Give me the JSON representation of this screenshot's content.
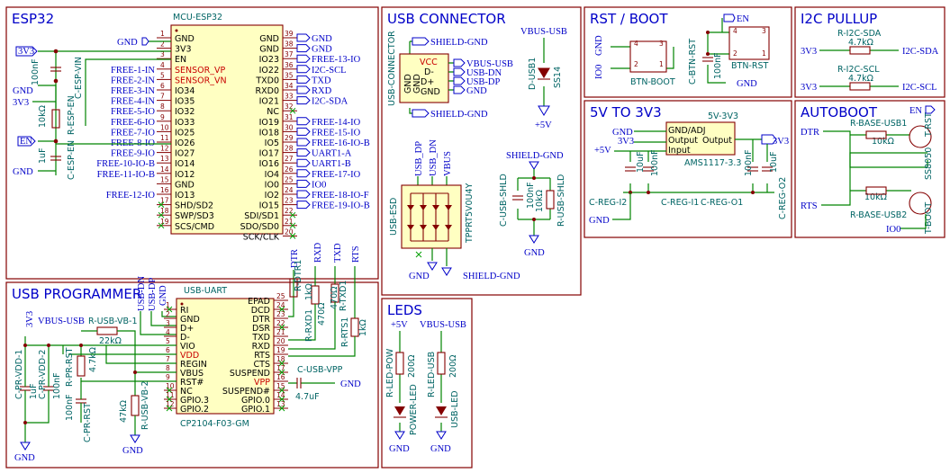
{
  "panels": {
    "esp32": "ESP32",
    "usb_connector": "USB CONNECTOR",
    "rst_boot": "RST / BOOT",
    "i2c_pullup": "I2C PULLUP",
    "v5_to_3v3": "5V TO 3V3",
    "autoboot": "AUTOBOOT",
    "usb_programmer": "USB PROGRAMMER",
    "leds": "LEDS"
  },
  "esp32": {
    "ref": "MCU-ESP32",
    "left_pins": [
      {
        "num": "1",
        "name": "GND",
        "net": "GND"
      },
      {
        "num": "2",
        "name": "3V3",
        "net": ""
      },
      {
        "num": "3",
        "name": "EN",
        "net": ""
      },
      {
        "num": "4",
        "name": "SENSOR_VP",
        "net": "FREE-1-IN"
      },
      {
        "num": "5",
        "name": "SENSOR_VN",
        "net": "FREE-2-IN"
      },
      {
        "num": "6",
        "name": "IO34",
        "net": "FREE-3-IN"
      },
      {
        "num": "7",
        "name": "IO35",
        "net": "FREE-4-IN"
      },
      {
        "num": "8",
        "name": "IO32",
        "net": "FREE-5-IO"
      },
      {
        "num": "9",
        "name": "IO33",
        "net": "FREE-6-IO"
      },
      {
        "num": "10",
        "name": "IO25",
        "net": "FREE-7-IO"
      },
      {
        "num": "11",
        "name": "IO26",
        "net": "FREE-8-IO"
      },
      {
        "num": "12",
        "name": "IO27",
        "net": "FREE-9-IO"
      },
      {
        "num": "13",
        "name": "IO14",
        "net": "FREE-10-IO-B"
      },
      {
        "num": "14",
        "name": "IO12",
        "net": "FREE-11-IO-B"
      },
      {
        "num": "15",
        "name": "GND",
        "net": ""
      },
      {
        "num": "16",
        "name": "IO13",
        "net": "FREE-12-IO"
      },
      {
        "num": "17",
        "name": "SHD/SD2",
        "net": ""
      },
      {
        "num": "18",
        "name": "SWP/SD3",
        "net": ""
      },
      {
        "num": "19",
        "name": "SCS/CMD",
        "net": ""
      }
    ],
    "right_pins": [
      {
        "num": "39",
        "name": "GND",
        "net": "GND"
      },
      {
        "num": "38",
        "name": "GND",
        "net": "GND"
      },
      {
        "num": "37",
        "name": "IO23",
        "net": "FREE-13-IO"
      },
      {
        "num": "36",
        "name": "IO22",
        "net": "I2C-SCL"
      },
      {
        "num": "35",
        "name": "TXD0",
        "net": "TXD"
      },
      {
        "num": "34",
        "name": "RXD0",
        "net": "RXD"
      },
      {
        "num": "33",
        "name": "IO21",
        "net": "I2C-SDA"
      },
      {
        "num": "32",
        "name": "NC",
        "net": ""
      },
      {
        "num": "31",
        "name": "IO19",
        "net": "FREE-14-IO"
      },
      {
        "num": "30",
        "name": "IO18",
        "net": "FREE-15-IO"
      },
      {
        "num": "29",
        "name": "IO5",
        "net": "FREE-16-IO-B"
      },
      {
        "num": "28",
        "name": "IO17",
        "net": "UART1-A"
      },
      {
        "num": "27",
        "name": "IO16",
        "net": "UART1-B"
      },
      {
        "num": "26",
        "name": "IO4",
        "net": "FREE-17-IO"
      },
      {
        "num": "25",
        "name": "IO0",
        "net": "IO0"
      },
      {
        "num": "24",
        "name": "IO2",
        "net": "FREE-18-IO-F"
      },
      {
        "num": "23",
        "name": "IO15",
        "net": "FREE-19-IO-B"
      },
      {
        "num": "22",
        "name": "SDI/SD1",
        "net": ""
      },
      {
        "num": "21",
        "name": "SDO/SD0",
        "net": ""
      },
      {
        "num": "20",
        "name": "SCK/CLK",
        "net": ""
      }
    ],
    "net_3v3": "3V3",
    "net_gnd": "GND",
    "net_en": "EN",
    "cap1_ref": "100nF",
    "cap1_name": "C-ESP-VIN",
    "res_ref": "10kΩ",
    "res_name": "R-ESP-EN",
    "cap2_ref": "1uF",
    "cap2_name": "C-ESP-EN"
  },
  "usb_conn": {
    "shield_gnd": "SHIELD-GND",
    "ref": "USB-CONNECTOR",
    "pins": [
      "VCC",
      "D-",
      "D+",
      "GND"
    ],
    "left_labels": [
      "GND",
      "GND"
    ],
    "nets": [
      "VBUS-USB",
      "USB-DN",
      "USB-DP",
      "GND"
    ],
    "vbus_usb": "VBUS-USB",
    "diode_ref": "D-USB1",
    "diode_val": "SS14",
    "v5": "+5V",
    "esd_ref": "USB-ESD",
    "esd_val": "TPPRT5V0U4Y",
    "esd_top": [
      "USB_DP",
      "USB_DN",
      "VBUS"
    ],
    "esd_gnd": "GND",
    "esd_shield": "SHIELD-GND",
    "shield_gnd2": "SHIELD-GND",
    "cap_val": "100nF",
    "cap_ref": "C-USB-SHLD",
    "res_val": "10kΩ",
    "res_ref": "R-USB-SHLD",
    "gnd": "GND"
  },
  "rst_boot": {
    "io0": "IO0",
    "gnd": "GND",
    "btn_boot": "BTN-BOOT",
    "btn_rst": "BTN-RST",
    "en": "EN",
    "cap_ref": "C-BTN-RST",
    "cap_val": "100nF",
    "gnd2": "GND"
  },
  "i2c": {
    "sda_ref": "R-I2C-SDA",
    "sda_val": "4.7kΩ",
    "scl_ref": "R-I2C-SCL",
    "scl_val": "4.7kΩ",
    "v33": "3V3",
    "sda": "I2C-SDA",
    "scl": "I2C-SCL"
  },
  "ldo": {
    "ref": "5V-3V3",
    "val": "AMS1117-3.3",
    "pins": [
      "GND/ADJ",
      "Output",
      "Output",
      "Input"
    ],
    "gnd": "GND",
    "v33_left": "3V3",
    "v5": "+5V",
    "v33": "3V3",
    "c1": "10uF",
    "c2": "100nF",
    "c3": "100nF",
    "c4": "10uF",
    "c_i2": "C-REG-I2",
    "c_i1": "C-REG-I1",
    "c_o1": "C-REG-O1",
    "c_o2": "C-REG-O2",
    "gnd2": "GND"
  },
  "autoboot": {
    "en": "EN",
    "dtr": "DTR",
    "rts": "RTS",
    "r1_ref": "R-BASE-USB1",
    "r1_val": "10kΩ",
    "r2_ref": "R-BASE-USB2",
    "r2_val": "10kΩ",
    "t_rst": "T-RST",
    "t_boot": "T-BOOT",
    "ss": "SS8050",
    "io0": "IO0"
  },
  "programmer": {
    "ic_ref": "USB-UART",
    "ic_val": "CP2104-F03-GM",
    "top_nets": [
      "USB-DN",
      "USB-DP",
      "GND"
    ],
    "left_pins": [
      {
        "num": "1",
        "name": "RI"
      },
      {
        "num": "2",
        "name": "GND"
      },
      {
        "num": "3",
        "name": "D+"
      },
      {
        "num": "4",
        "name": "D-"
      },
      {
        "num": "5",
        "name": "VIO"
      },
      {
        "num": "6",
        "name": "VDD"
      },
      {
        "num": "7",
        "name": "REGIN"
      },
      {
        "num": "8",
        "name": "VBUS"
      },
      {
        "num": "9",
        "name": "RST#"
      },
      {
        "num": "10",
        "name": "NC"
      },
      {
        "num": "11",
        "name": "GPIO.3"
      },
      {
        "num": "12",
        "name": "GPIO.2"
      }
    ],
    "right_pins": [
      {
        "num": "25",
        "name": "EPAD"
      },
      {
        "num": "24",
        "name": "DCD"
      },
      {
        "num": "23",
        "name": "DTR"
      },
      {
        "num": "22",
        "name": "DSR"
      },
      {
        "num": "21",
        "name": "TXD"
      },
      {
        "num": "20",
        "name": "RXD"
      },
      {
        "num": "19",
        "name": "RTS"
      },
      {
        "num": "18",
        "name": "CTS"
      },
      {
        "num": "17",
        "name": "SUSPEND"
      },
      {
        "num": "16",
        "name": "VPP"
      },
      {
        "num": "15",
        "name": "SUSPEND#"
      },
      {
        "num": "14",
        "name": "GPIO.0"
      },
      {
        "num": "13",
        "name": "GPIO.1"
      }
    ],
    "top_right_nets": [
      "DTR",
      "RXD",
      "TXD",
      "RTS"
    ],
    "r_dtr_ref": "R-DTR1",
    "r_dtr_val": "1kΩ",
    "r_rxd_ref": "R-RXD1",
    "r_rxd_val": "470Ω",
    "r_txd_ref": "R-TXD1",
    "r_txd_val": "470Ω",
    "r_rts_ref": "R-RTS1",
    "r_rts_val": "1kΩ",
    "c_vpp_ref": "C-USB-VPP",
    "c_vpp_val": "4.7uF",
    "gnd": "GND",
    "v33": "3V3",
    "vbus_usb": "VBUS-USB",
    "r_vb1_ref": "R-USB-VB-1",
    "r_vb1_val": "22kΩ",
    "r_vb2_ref": "R-USB-VB-2",
    "r_vb2_val": "47kΩ",
    "r_rst_ref": "R-PR-RST",
    "r_rst_val": "4.7kΩ",
    "c_vdd1_ref": "C-PR-VDD-1",
    "c_vdd1_val": "1uF",
    "c_vdd2_ref": "C-PR-VDD-2",
    "c_vdd2_val": "100nF",
    "c_rst_ref": "C-PR-RST",
    "c_rst_val": "100nF"
  },
  "leds": {
    "v5": "+5V",
    "vbus": "VBUS-USB",
    "r1_ref": "R-LED-POW",
    "r1_val": "200Ω",
    "r2_ref": "R-LED-USB",
    "r2_val": "200Ω",
    "l1_ref": "POWER-LED",
    "l2_ref": "USB-LED",
    "gnd": "GND"
  }
}
